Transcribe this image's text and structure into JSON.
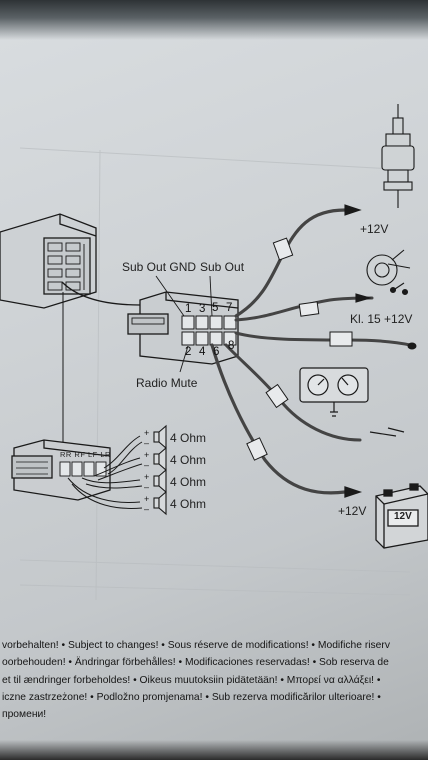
{
  "labels": {
    "sub_out_gnd": "Sub Out GND",
    "sub_out": "Sub Out",
    "radio_mute": "Radio Mute",
    "plus12v_top": "+12V",
    "kl15": "Kl. 15 +12V",
    "plus12v_bottom": "+12V",
    "battery_face": "12V"
  },
  "pins": [
    "1",
    "3",
    "5",
    "7",
    "2",
    "4",
    "6",
    "8"
  ],
  "speakers": [
    {
      "impedance": "4 Ohm"
    },
    {
      "impedance": "4 Ohm"
    },
    {
      "impedance": "4 Ohm"
    },
    {
      "impedance": "4 Ohm"
    }
  ],
  "amp_channel_labels": "RR RF LF LR",
  "footer_lines": [
    "vorbehalten! • Subject to changes! • Sous réserve de modifications! • Modifiche riserv",
    "oorbehouden! • Ändringar förbehålles! • Modificaciones reservadas! • Sob reserva de",
    "et til ændringer forbeholdes! • Oikeus muutoksiin pidätetään! • Μπορεί να αλλάξει! •",
    "iczne zastrzeżone! • Podložno promjenama! • Sub rezerva modificărilor ulterioare! •",
    "промени!"
  ],
  "colors": {
    "paper": "#d3d7da",
    "line": "#1a1a1a",
    "cable": "#4a4a4a",
    "text": "#222222"
  }
}
